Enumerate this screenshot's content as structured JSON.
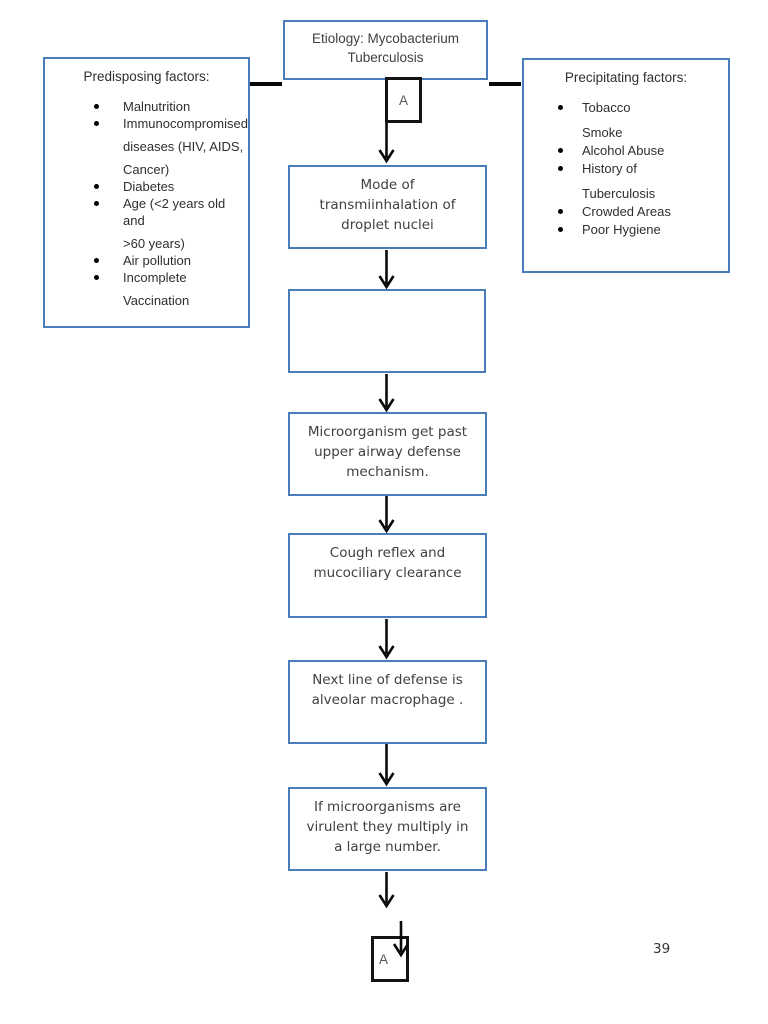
{
  "colors": {
    "box_border_blue": "#4a7ebb",
    "connector_black": "#141414",
    "text": "#3a3a3a"
  },
  "etiology_box": {
    "text": "Etiology: Mycobacterium Tuberculosis"
  },
  "connectors": {
    "top_label": "A",
    "bottom_label": "A"
  },
  "predisposing": {
    "title": "Predisposing factors:",
    "items": [
      [
        "Malnutrition"
      ],
      [
        "Immunocompromised",
        "diseases (HIV, AIDS,",
        "Cancer)"
      ],
      [
        "Diabetes"
      ],
      [
        "Age (<2 years old and",
        ">60 years)"
      ],
      [
        "Air pollution"
      ],
      [
        "Incomplete",
        "Vaccination"
      ]
    ]
  },
  "precipitating": {
    "title": "Precipitating factors:",
    "items": [
      [
        "Tobacco",
        "Smoke"
      ],
      [
        "Alcohol Abuse"
      ],
      [
        "History of",
        "Tuberculosis"
      ],
      [
        "Crowded Areas"
      ],
      [
        "Poor Hygiene"
      ]
    ]
  },
  "flow_boxes": [
    {
      "text": "Mode of transmiinhalation of droplet nuclei"
    },
    {
      "text": ""
    },
    {
      "text": "Microorganism get past upper airway defense mechanism."
    },
    {
      "text": "Cough reflex and mucociliary clearance"
    },
    {
      "text": "Next line of defense is alveolar macrophage ."
    },
    {
      "text": "If microorganisms are virulent they multiply in a large number."
    }
  ],
  "page": {
    "number": "39"
  }
}
